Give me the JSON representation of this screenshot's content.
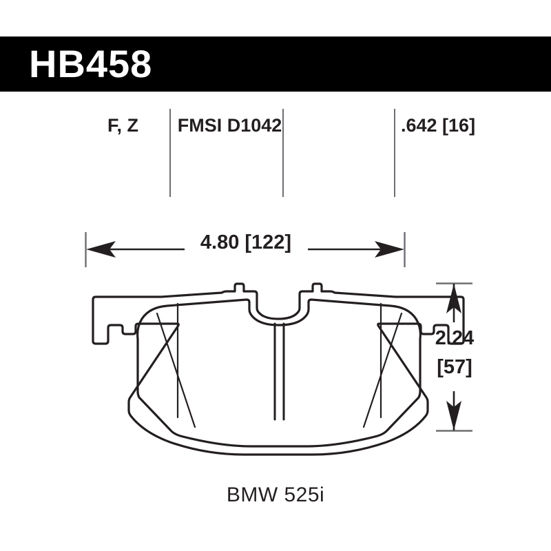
{
  "header": {
    "part_number": "HB458",
    "background_color": "#000000",
    "text_color": "#ffffff"
  },
  "spec_row": {
    "compound": "F, Z",
    "fmsi": "FMSI D1042",
    "thickness": ".642 [16]",
    "divider_color": "#6d6e71"
  },
  "dimensions": {
    "width_label": "4.80 [122]",
    "height_label_inch": "2.24",
    "height_label_mm": "[57]"
  },
  "vehicle": {
    "application": "BMW 525i"
  },
  "drawing": {
    "line_color": "#231f20",
    "part_type": "brake-pad-outline"
  }
}
